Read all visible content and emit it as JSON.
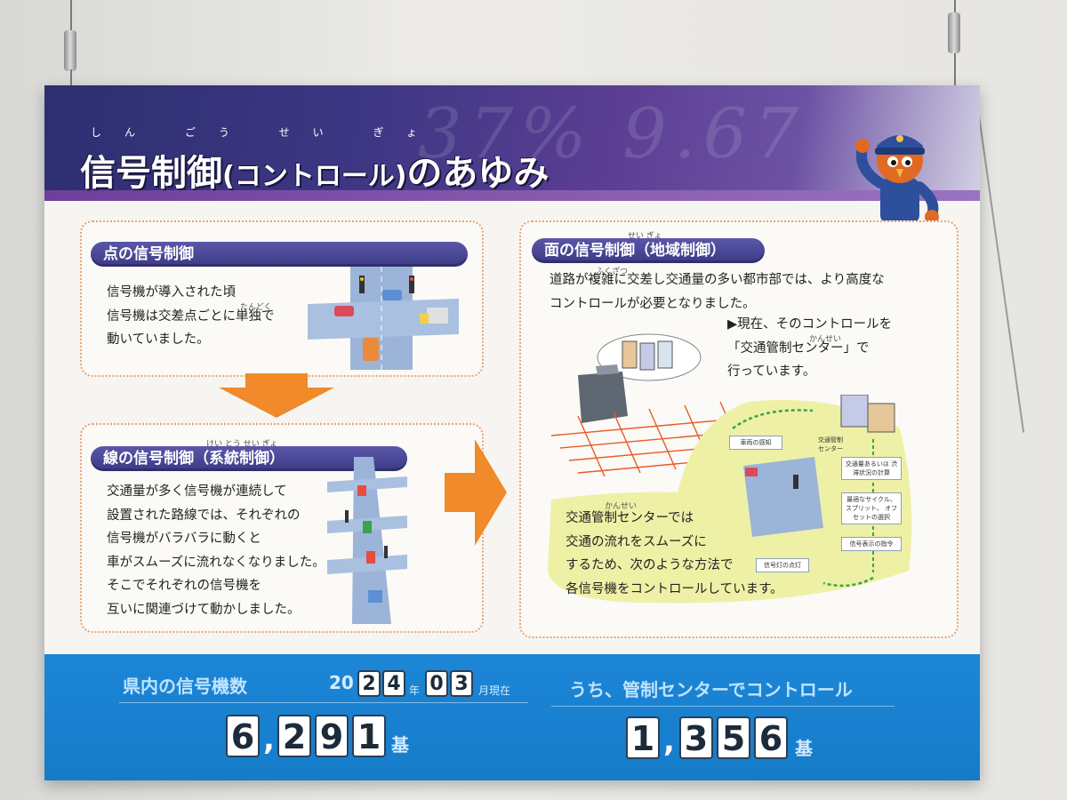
{
  "title": {
    "main": "信号制御",
    "paren": "(コントロール)",
    "suffix": "のあゆみ",
    "ruby": "しん ごう せい ぎょ"
  },
  "sections": {
    "point": {
      "heading": "点の信号制御",
      "text": "信号機が導入された頃\n信号機は交差点ごとに単独で\n動いていました。",
      "ruby": "たんどく"
    },
    "line": {
      "heading": "線の信号制御（系統制御）",
      "ruby": "けい とう せい ぎょ",
      "text": "交通量が多く信号機が連続して\n設置された路線では、それぞれの\n信号機がバラバラに動くと\n車がスムーズに流れなくなりました。\nそこでそれぞれの信号機を\n互いに関連づけて動かしました。"
    },
    "area": {
      "heading": "面の信号制御（地域制御）",
      "ruby_heading": "せい ぎょ",
      "ruby_fukuzatsu": "ふくざつ",
      "text": "道路が複雑に交差し交通量の多い都市部では、より高度な\nコントロールが必要となりました。",
      "note": "▶現在、そのコントロールを\n「交通管制センター」で\n行っています。",
      "ruby_kansei": "かんせい",
      "ruby_kansei2": "かんせい",
      "yellow_text": "交通管制センターでは\n交通の流れをスムーズに\nするため、次のような方法で\n各信号機をコントロールしています。",
      "flow": {
        "sense": "車両の感知",
        "center": "交通管制\nセンター",
        "calc": "交通量あるいは\n渋滞状況の計算",
        "select": "最適なサイクル、\nスプリット、\nオフセットの選択",
        "command": "信号表示の指令",
        "light": "信号灯の点灯"
      }
    }
  },
  "bottom": {
    "left_label": "県内の信号機数",
    "right_label": "うち、管制センターでコントロール",
    "year_prefix": "20",
    "year_digits": [
      "2",
      "4"
    ],
    "year_unit": "年",
    "month_digits": [
      "0",
      "3"
    ],
    "month_unit": "月現在",
    "left_count_digits": [
      "6",
      "2",
      "9",
      "1"
    ],
    "right_count_digits": [
      "1",
      "3",
      "5",
      "6"
    ],
    "comma": ",",
    "unit": "基"
  },
  "colors": {
    "header": "#3e3784",
    "band": "#1d86d7",
    "arrow": "#f08a2a",
    "pill": "#3b3a86"
  }
}
